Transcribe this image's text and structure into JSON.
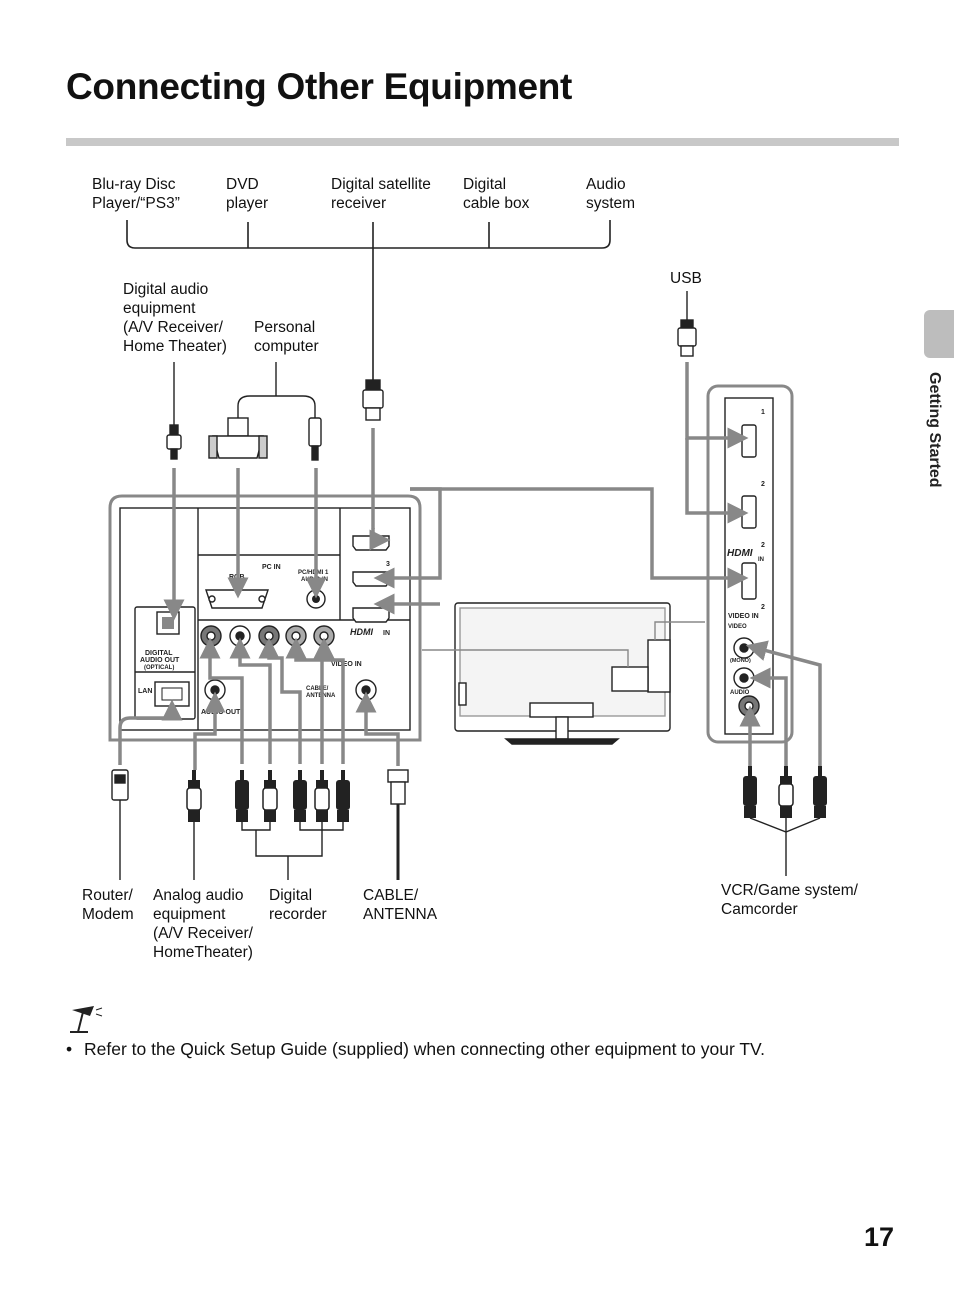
{
  "page": {
    "title": "Connecting Other Equipment",
    "side_tab": "Getting Started",
    "page_number": "17"
  },
  "labels": {
    "bluray": [
      "Blu-ray Disc",
      "Player/“PS3”"
    ],
    "dvd": [
      "DVD",
      "player"
    ],
    "satellite": [
      "Digital satellite",
      "receiver"
    ],
    "cable_box": [
      "Digital",
      "cable box"
    ],
    "audio_system": [
      "Audio",
      "system"
    ],
    "usb": "USB",
    "digital_audio": [
      "Digital audio",
      "equipment",
      "(A/V Receiver/",
      "Home Theater)"
    ],
    "pc": [
      "Personal",
      "computer"
    ],
    "router": [
      "Router/",
      "Modem"
    ],
    "analog_audio": [
      "Analog audio",
      "equipment",
      "(A/V Receiver/",
      "HomeTheater)"
    ],
    "digital_recorder": [
      "Digital",
      "recorder"
    ],
    "cable_antenna": [
      "CABLE/",
      "ANTENNA"
    ],
    "vcr": [
      "VCR/Game system/",
      "Camcorder"
    ]
  },
  "panel_labels": {
    "pc_in": "PC IN",
    "rgb": "RGB",
    "pc_hdmi_audio": "PC/HDMI 1",
    "audio_in": "AUDIO IN",
    "digital_audio_out": "DIGITAL",
    "audio_out": "AUDIO OUT",
    "optical": "(OPTICAL)",
    "lan": "LAN",
    "audio_out_analog": "AUDIO OUT",
    "video_in": "VIDEO IN",
    "cable_antenna": "CABLE/",
    "antenna": "ANTENNA",
    "hdmi_in": "IN",
    "side_video_in": "VIDEO IN",
    "side_video": "VIDEO",
    "side_mono": "(MONO)",
    "side_audio": "AUDIO",
    "hdmi_brand": "HDMI"
  },
  "note": {
    "text": "Refer to the Quick Setup Guide (supplied) when connecting other equipment to your TV."
  }
}
